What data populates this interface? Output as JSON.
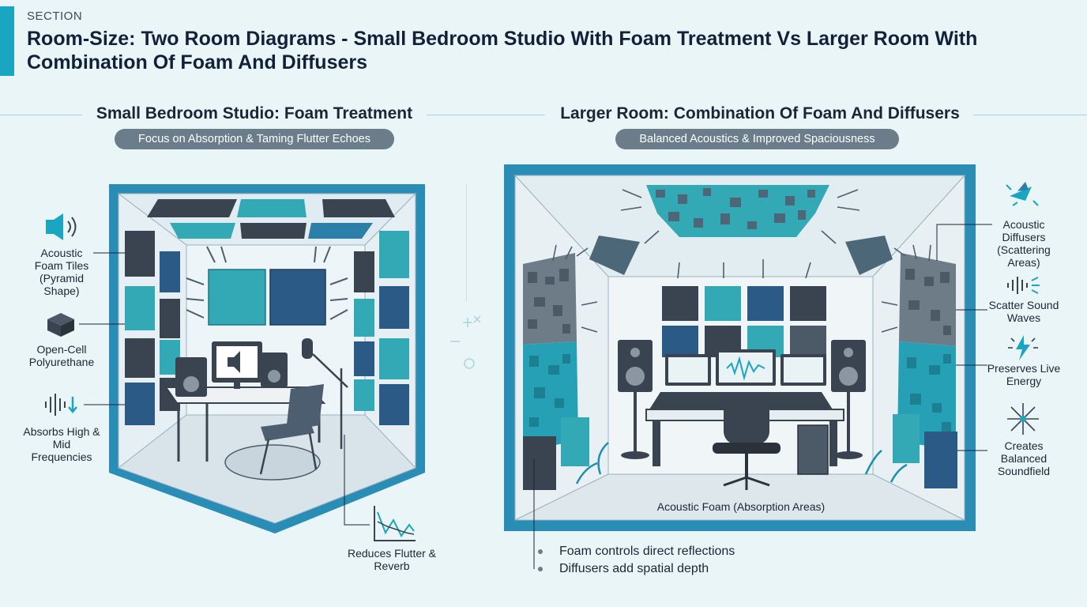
{
  "header": {
    "section_label": "SECTION",
    "title": "Room-Size: Two Room Diagrams - Small Bedroom Studio With Foam Treatment Vs Larger Room With Combination  Of Foam And Diffusers"
  },
  "left_panel": {
    "title": "Small Bedroom Studio: Foam Treatment",
    "subtitle": "Focus on Absorption & Taming Flutter Echoes",
    "callouts": {
      "foam_tiles": "Acoustic Foam Tiles (Pyramid Shape)",
      "open_cell": "Open-Cell Polyurethane",
      "absorbs": "Absorbs High & Mid Frequencies",
      "flutter": "Reduces Flutter & Reverb"
    }
  },
  "right_panel": {
    "title": "Larger Room: Combination Of Foam And Diffusers",
    "subtitle": "Balanced Acoustics & Improved Spaciousness",
    "callouts": {
      "diffusers": "Acoustic Diffusers (Scattering Areas)",
      "scatter": "Scatter Sound Waves",
      "live_energy": "Preserves Live Energy",
      "soundfield": "Creates Balanced Soundfield"
    },
    "foam_caption": "Acoustic Foam (Absorption Areas)",
    "notes": [
      "Foam controls direct reflections",
      "Diffusers add spatial depth"
    ]
  },
  "colors": {
    "accent": "#1aa6c0",
    "navy": "#2b5a86",
    "charcoal": "#3a4350",
    "foam_teal": "#33a9b5",
    "pill": "#6b7c8a",
    "background": "#eaf5f8"
  },
  "icons": [
    "speaker-icon",
    "foam-cube-icon",
    "waveform-absorb-icon",
    "flutter-graph-icon",
    "diffuser-icon",
    "scatter-wave-icon",
    "live-energy-icon",
    "soundfield-icon"
  ]
}
